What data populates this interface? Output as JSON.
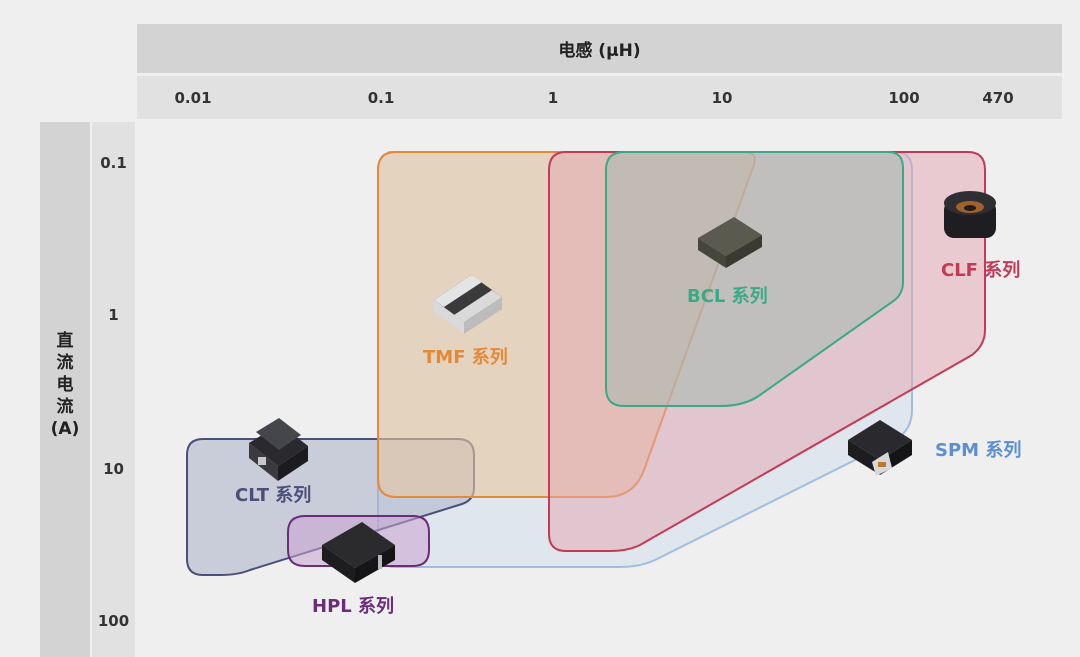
{
  "x_axis": {
    "title": "电感 (μH)",
    "ticks": [
      "0.01",
      "0.1",
      "1",
      "10",
      "100",
      "470"
    ]
  },
  "y_axis": {
    "title_lines": [
      "直",
      "流",
      "电",
      "流",
      "(A)"
    ],
    "ticks": [
      "0.1",
      "1",
      "10",
      "100"
    ]
  },
  "series": [
    {
      "id": "clt",
      "label": "CLT 系列",
      "color": "#4a4f78",
      "fill": "#b7bcd0"
    },
    {
      "id": "hpl",
      "label": "HPL 系列",
      "color": "#6b2c7a",
      "fill": "#c9a8cf"
    },
    {
      "id": "tmf",
      "label": "TMF 系列",
      "color": "#e48a36",
      "fill": "#e8c9a6"
    },
    {
      "id": "bcl",
      "label": "BCL 系列",
      "color": "#3aaa86",
      "fill": "#a9c8bc"
    },
    {
      "id": "clf",
      "label": "CLF 系列",
      "color": "#c43a55",
      "fill": "#e4aab4"
    },
    {
      "id": "spm",
      "label": "SPM 系列",
      "color": "#5b8fd1",
      "fill": "#c4d6ea"
    }
  ]
}
